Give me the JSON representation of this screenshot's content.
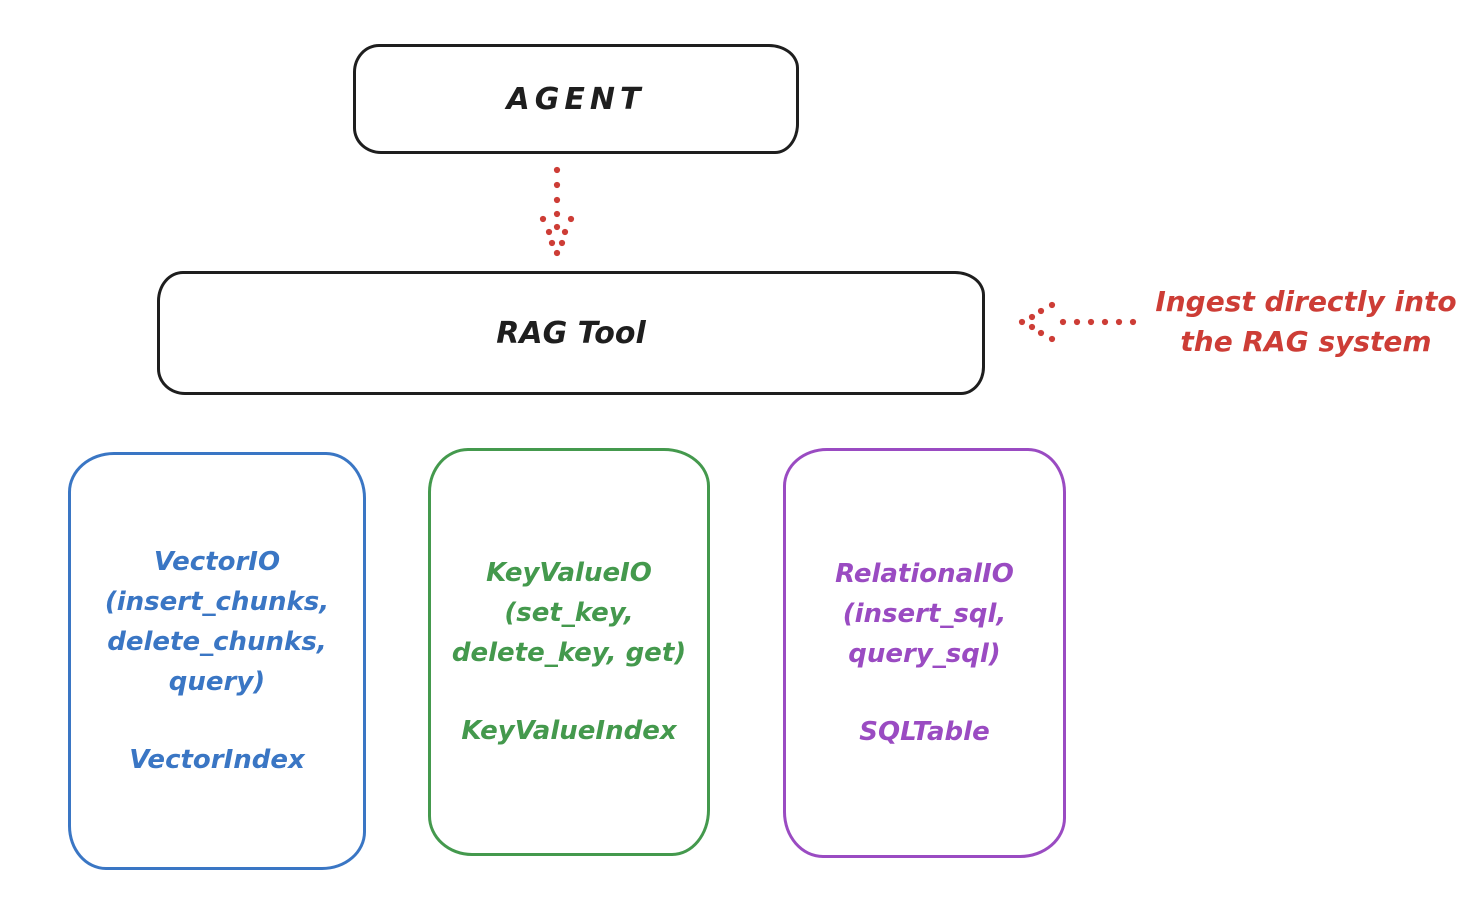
{
  "agent_box": {
    "label": "AGENT"
  },
  "rag_box": {
    "label": "RAG Tool"
  },
  "annotation": {
    "line1": "Ingest directly into",
    "line2": "the RAG system"
  },
  "storage_boxes": [
    {
      "title_lines": [
        "VectorIO",
        "(insert_chunks,",
        "delete_chunks,",
        "query)"
      ],
      "footer": "VectorIndex",
      "color": "#3a76c4"
    },
    {
      "title_lines": [
        "KeyValueIO",
        "(set_key,",
        "delete_key, get)"
      ],
      "footer": "KeyValueIndex",
      "color": "#44994d"
    },
    {
      "title_lines": [
        "RelationalIO",
        "(insert_sql,",
        "query_sql)"
      ],
      "footer": "SQLTable",
      "color": "#9a4bc2"
    }
  ],
  "arrows": [
    {
      "name": "agent-to-rag",
      "style": "dotted",
      "direction": "down",
      "color": "#cd3d36"
    },
    {
      "name": "annotation-to-rag",
      "style": "dotted",
      "direction": "left",
      "color": "#cd3d36"
    }
  ],
  "colors": {
    "ink": "#1e1e1e",
    "red": "#cd3d36",
    "blue": "#3a76c4",
    "green": "#44994d",
    "purple": "#9a4bc2",
    "background": "#ffffff"
  }
}
